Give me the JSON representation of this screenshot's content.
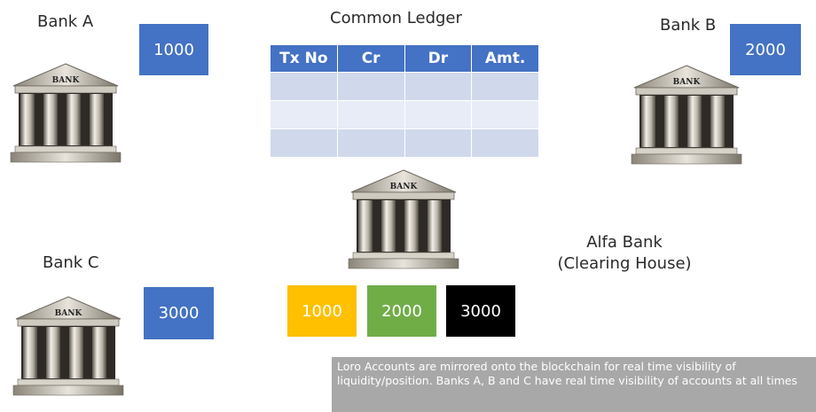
{
  "bank_a": {
    "name": "Bank A",
    "balance": "1000",
    "building_label": "BANK"
  },
  "bank_b": {
    "name": "Bank B",
    "balance": "2000",
    "building_label": "BANK"
  },
  "bank_c": {
    "name": "Bank C",
    "balance": "3000",
    "building_label": "BANK"
  },
  "ledger": {
    "title": "Common Ledger",
    "headers": [
      "Tx No",
      "Cr",
      "Dr",
      "Amt."
    ],
    "rows": [
      [
        "",
        "",
        "",
        ""
      ],
      [
        "",
        "",
        "",
        ""
      ],
      [
        "",
        "",
        "",
        ""
      ]
    ]
  },
  "clearing_house": {
    "name_line1": "Alfa Bank",
    "name_line2": "(Clearing House)",
    "building_label": "BANK",
    "accounts": [
      {
        "value": "1000",
        "color": "#FFC000"
      },
      {
        "value": "2000",
        "color": "#70AD47"
      },
      {
        "value": "3000",
        "color": "#000000"
      }
    ]
  },
  "colors": {
    "accent": "#4472C4",
    "ledger_row": "#D0D9EC",
    "note_bg": "#a8a8a8"
  },
  "note": "Loro Accounts are mirrored onto the blockchain for real time visibility of liquidity/position. Banks A, B and C have real time visibility of accounts at all times"
}
